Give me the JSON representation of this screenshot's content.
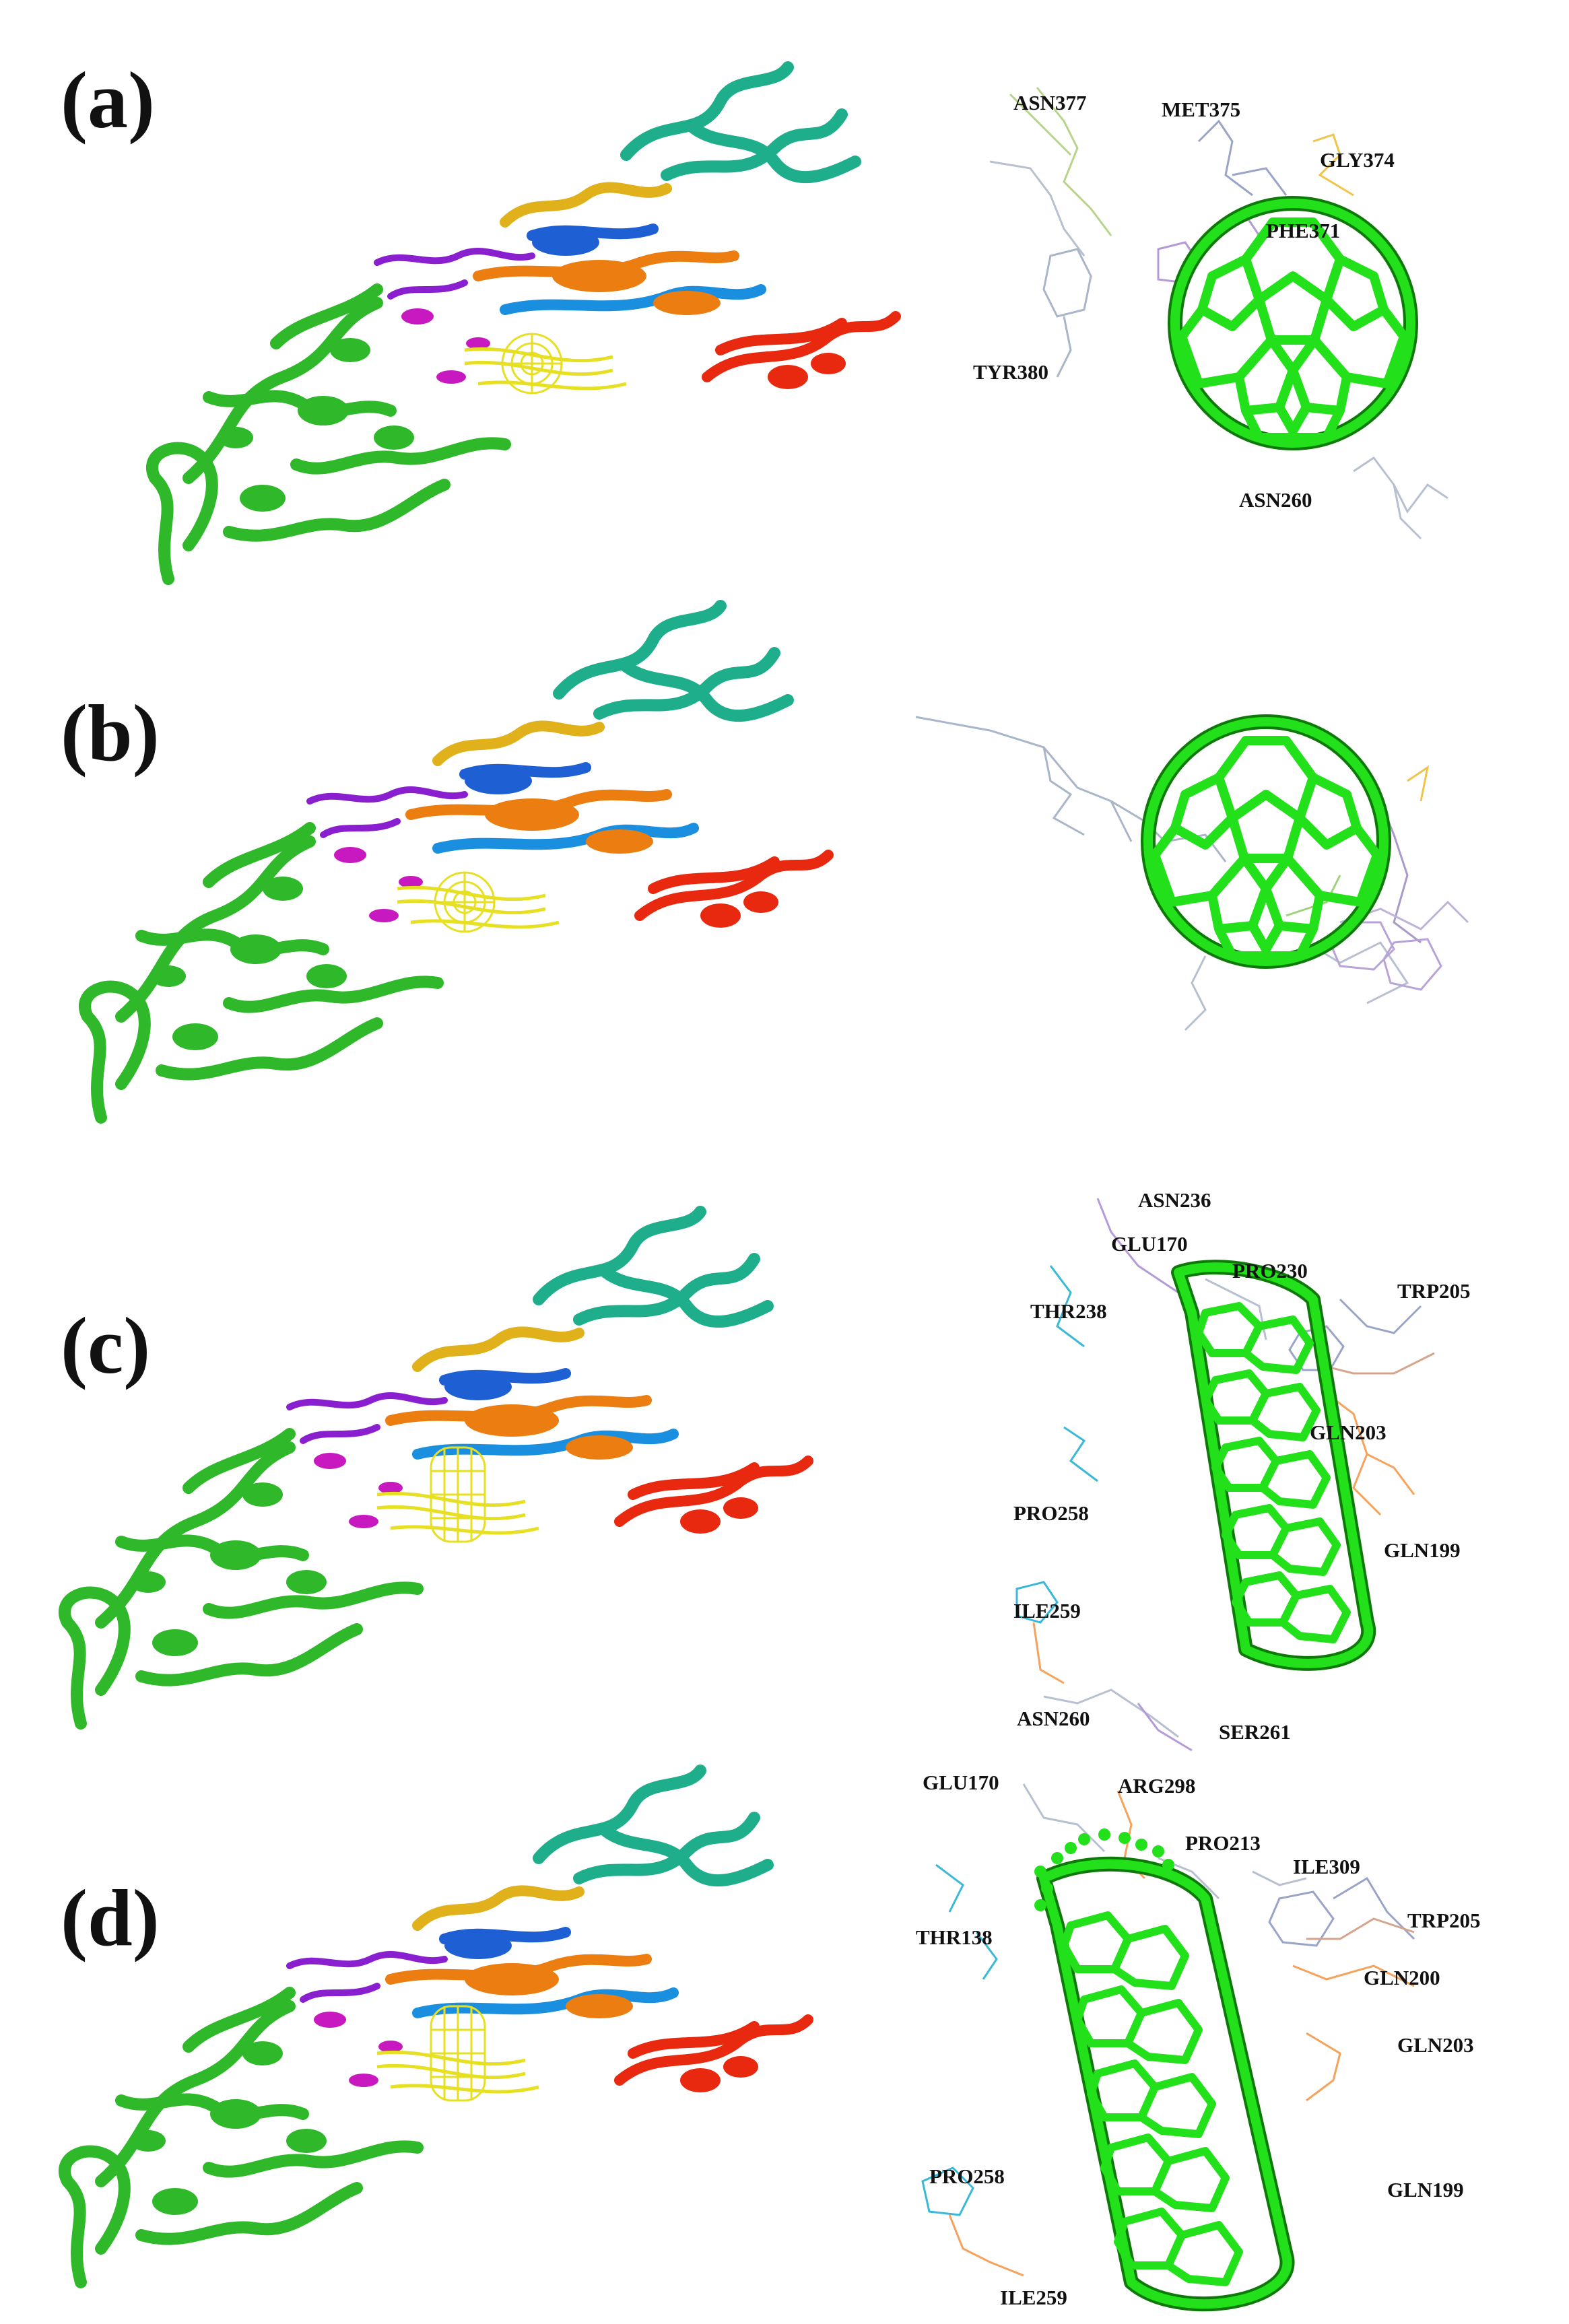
{
  "panels": [
    {
      "label": "(a)",
      "residues": [
        "ASN377",
        "MET375",
        "GLY374",
        "PHE371",
        "TYR380",
        "ASN260"
      ]
    },
    {
      "label": "(b)",
      "residues": []
    },
    {
      "label": "(c)",
      "residues": [
        "ASN236",
        "GLU170",
        "PRO230",
        "TRP205",
        "THR238",
        "GLN203",
        "PRO258",
        "GLN199",
        "ILE259",
        "ASN260",
        "SER261"
      ]
    },
    {
      "label": "(d)",
      "residues": [
        "GLU170",
        "ARG298",
        "PRO213",
        "ILE309",
        "TRP205",
        "THR138",
        "GLN200",
        "GLN203",
        "PRO258",
        "GLN199",
        "ILE259"
      ]
    }
  ],
  "colors": {
    "domain_green": "#2fb82a",
    "domain_teal": "#1fae8c",
    "domain_red": "#e8280f",
    "domain_orange": "#ec7d10",
    "domain_gold": "#e0b11a",
    "domain_blue": "#1f5fd4",
    "domain_skyblue": "#1a8fe0",
    "domain_purple": "#8a1fd0",
    "domain_magenta": "#c818c0",
    "domain_yellow": "#e6df22",
    "ligand_green": "#22e01a",
    "ligand_dark": "#0d7a08"
  }
}
